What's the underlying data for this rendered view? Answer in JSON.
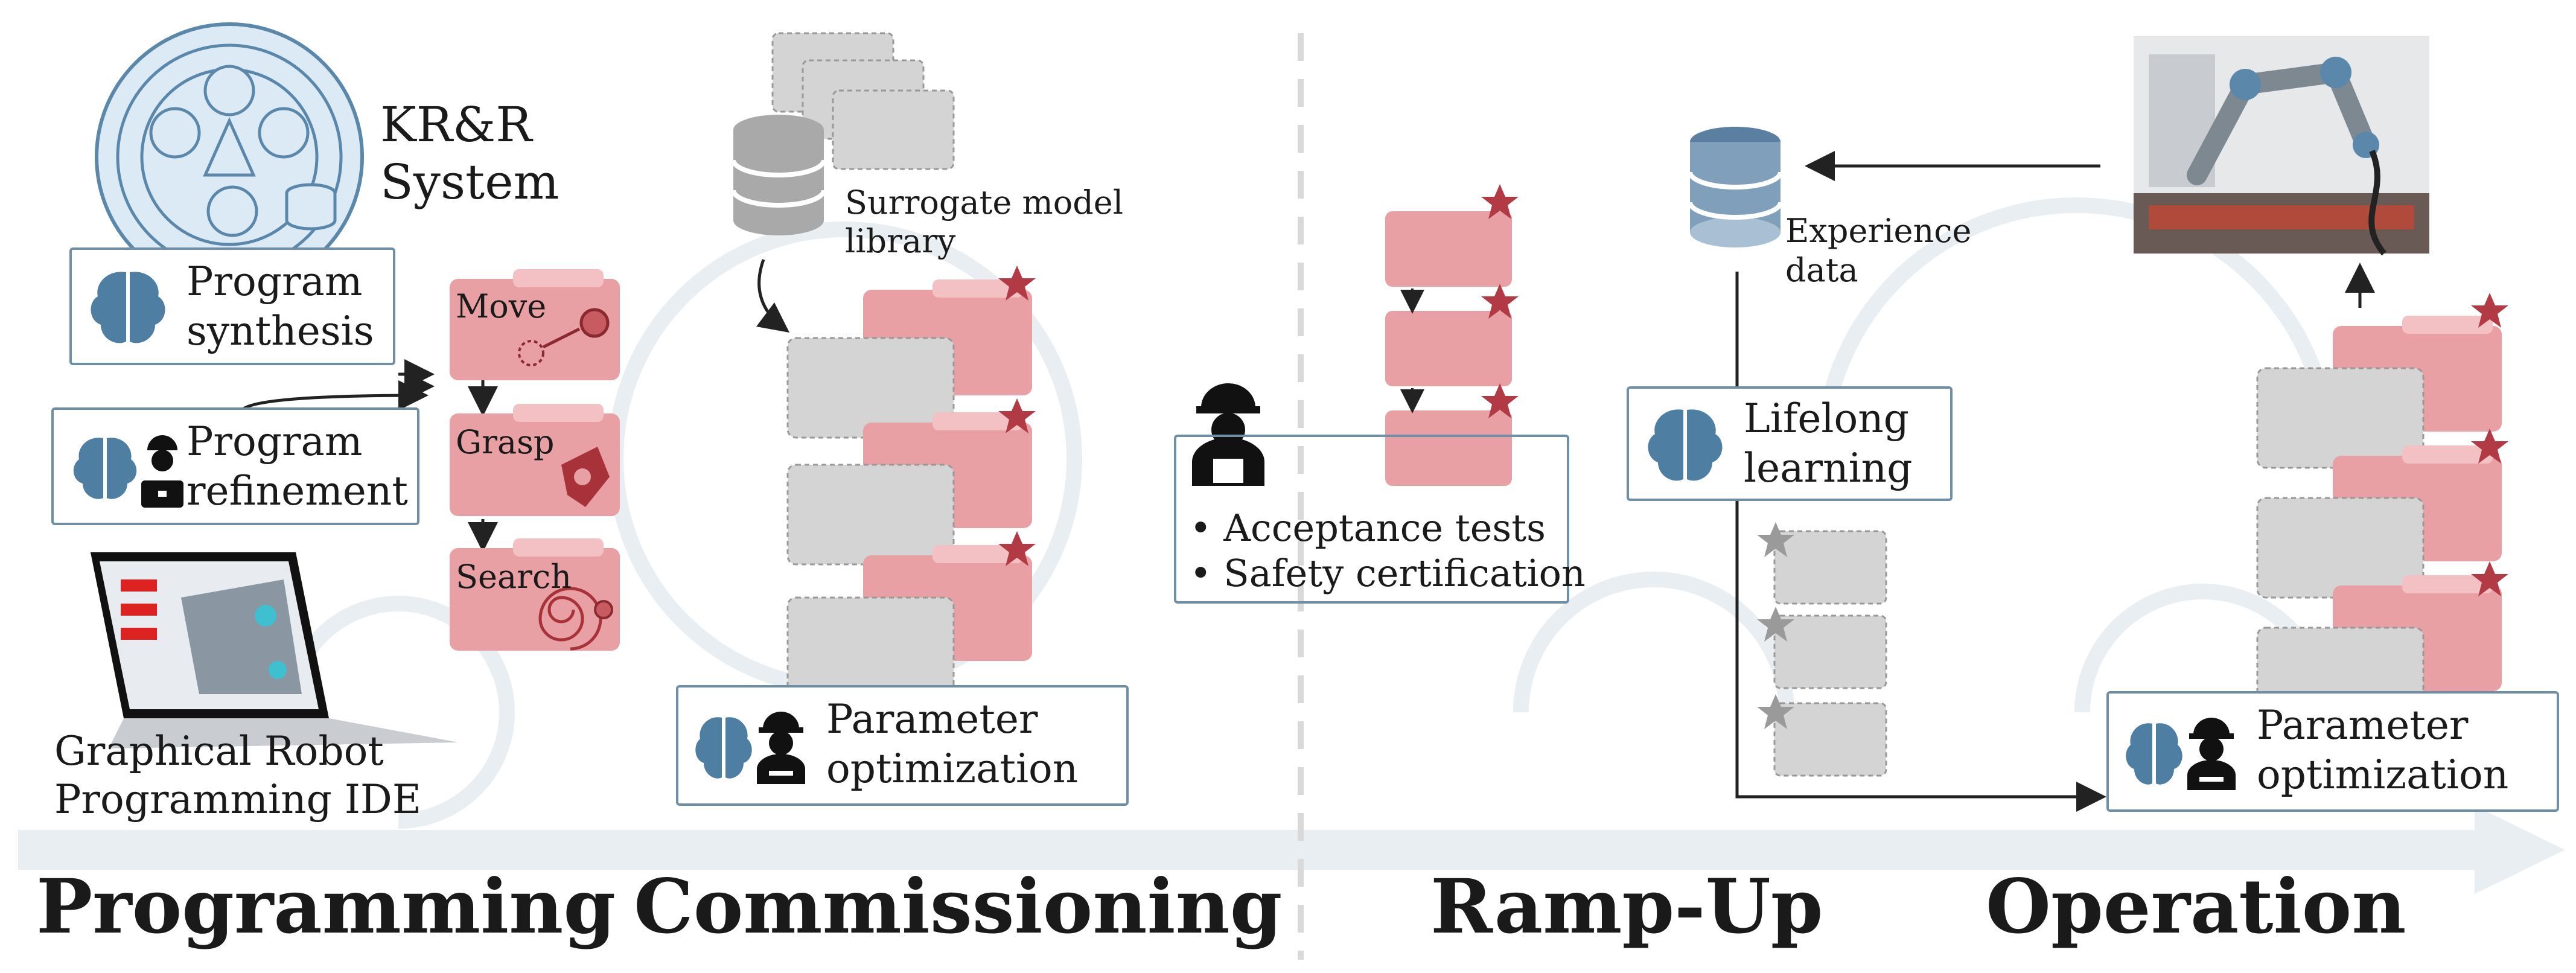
{
  "colors": {
    "accent_blue": "#5a87aa",
    "box_border": "#6f8fa8",
    "skill_red": "#e8a0a4",
    "skill_red_dark": "#a8323a",
    "surrogate_gray": "#d4d4d4",
    "timeline_bg": "#e8eef2"
  },
  "programming": {
    "kr_r_title_line1": "KR&R",
    "kr_r_title_line2": "System",
    "program_synthesis_line1": "Program",
    "program_synthesis_line2": "synthesis",
    "program_refinement_line1": "Program",
    "program_refinement_line2": "refinement",
    "ide_line1": "Graphical Robot",
    "ide_line2": "Programming IDE",
    "skills": [
      "Move",
      "Grasp",
      "Search"
    ],
    "icons": [
      "brain-icon",
      "programmer-icon",
      "laptop-icon",
      "network-icon"
    ]
  },
  "commissioning": {
    "library_line1": "Surrogate model",
    "library_line2": "library",
    "param_opt_line1": "Parameter",
    "param_opt_line2": "optimization",
    "icons": [
      "database-icon",
      "brain-icon",
      "engineer-icon"
    ]
  },
  "acceptance": {
    "bullet1": "Acceptance tests",
    "bullet2": "Safety certification",
    "icons": [
      "safety-worker-icon"
    ]
  },
  "rampup": {
    "lifelong_line1": "Lifelong",
    "lifelong_line2": "learning",
    "experience_line1": "Experience",
    "experience_line2": "data",
    "icons": [
      "database-icon",
      "brain-icon"
    ]
  },
  "operation": {
    "param_opt_line1": "Parameter",
    "param_opt_line2": "optimization",
    "icons": [
      "robot-photo",
      "brain-icon",
      "engineer-icon"
    ]
  },
  "phases": [
    "Programming",
    "Commissioning",
    "Ramp-Up",
    "Operation"
  ]
}
